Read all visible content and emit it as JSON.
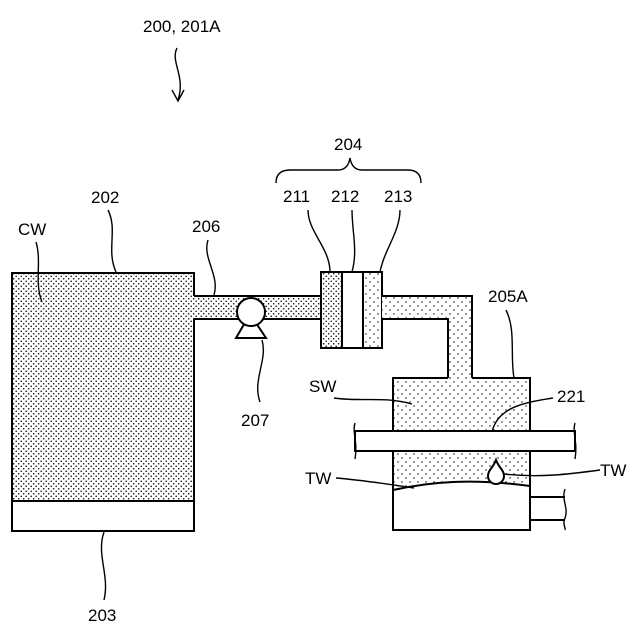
{
  "labels": {
    "system": "200, 201A",
    "unit_group": "204",
    "part_211": "211",
    "part_212": "212",
    "part_213": "213",
    "tank": "202",
    "cw": "CW",
    "pipe": "206",
    "pump": "207",
    "base": "203",
    "vessel": "205A",
    "sw": "SW",
    "part_221": "221",
    "tw_left": "TW",
    "tw_right": "TW"
  }
}
